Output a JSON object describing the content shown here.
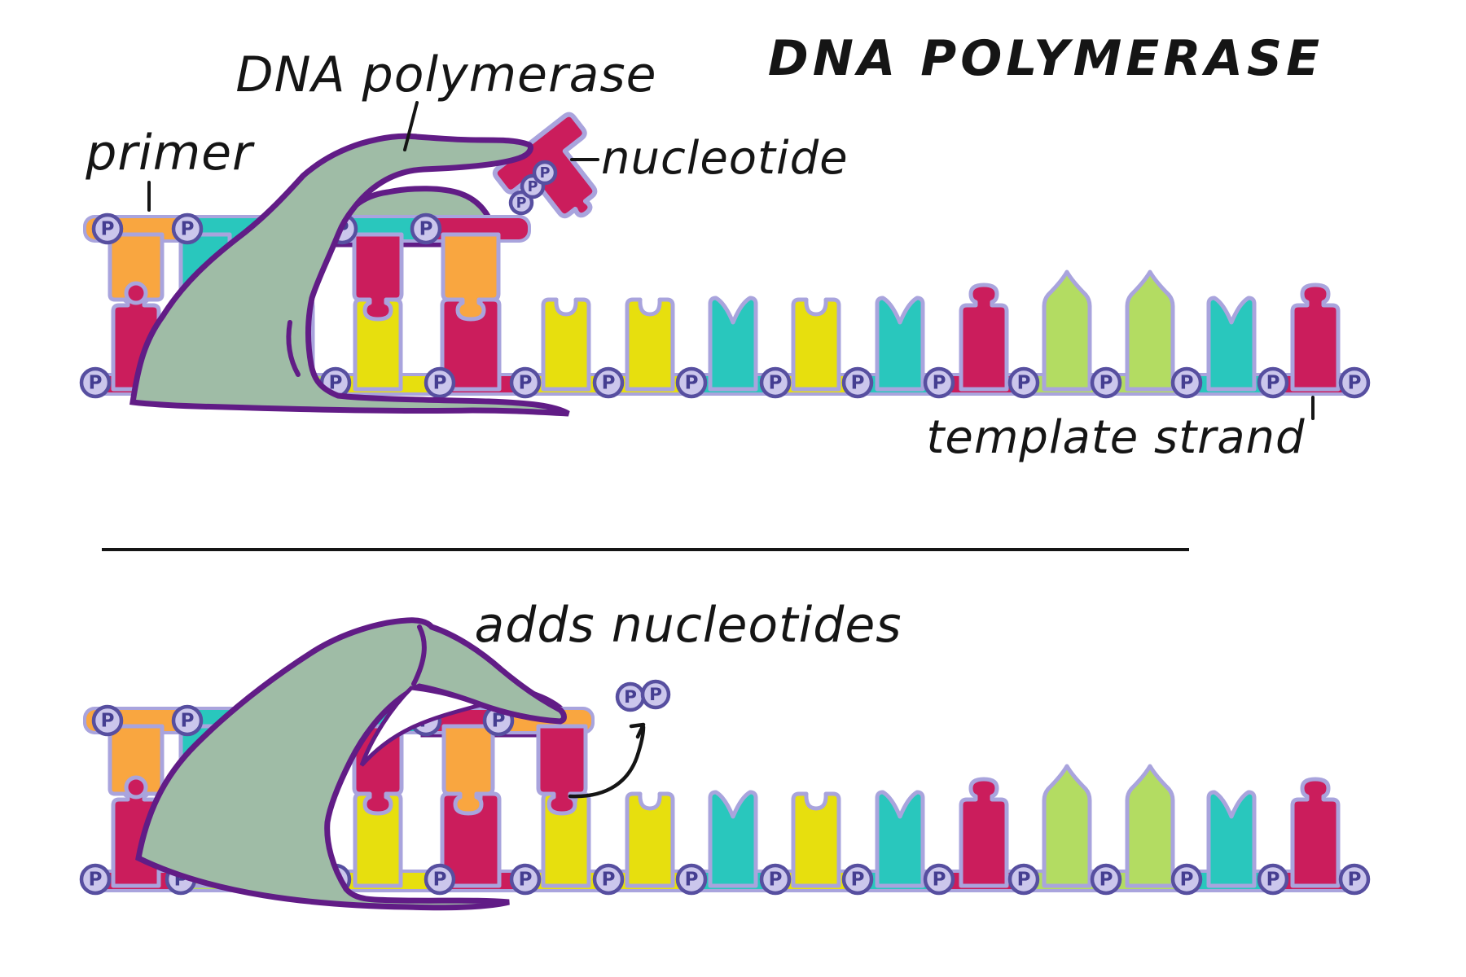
{
  "title": "DNA POLYMERASE",
  "phosphate_symbol": "P",
  "colors": {
    "background": "#FFFFFF",
    "ink": "#151515",
    "hand_fill": "#9FBCA6",
    "hand_outline": "#611C86",
    "strand_outline": "#A9A4DD",
    "phosphate_fill": "#CBC6EC",
    "phosphate_outline": "#574FA0",
    "phosphate_letter": "#453E91",
    "base_orange": "#F9A640",
    "base_teal": "#29C7BD",
    "base_crimson": "#CB1D5C",
    "base_yellow": "#E7DF0E",
    "base_green": "#B3DC62"
  },
  "top_panel": {
    "labels": {
      "polymerase": "DNA polymerase",
      "primer": "primer",
      "nucleotide": "nucleotide",
      "template": "template strand"
    },
    "primer_strand": [
      "orange",
      "teal",
      "teal",
      "crimson",
      "orange"
    ],
    "template_strand": [
      "crimson",
      "green",
      "green",
      "yellow",
      "crimson",
      "yellow",
      "yellow",
      "teal",
      "yellow",
      "teal",
      "crimson",
      "green",
      "green",
      "teal",
      "crimson"
    ],
    "incoming_nucleotide": {
      "base": "crimson",
      "phosphate_count": 3
    }
  },
  "bottom_panel": {
    "labels": {
      "action": "adds nucleotides"
    },
    "primer_strand": [
      "orange",
      "teal",
      "teal",
      "crimson",
      "orange",
      "crimson"
    ],
    "template_strand": [
      "crimson",
      "green",
      "green",
      "yellow",
      "crimson",
      "yellow",
      "yellow",
      "teal",
      "yellow",
      "teal",
      "crimson",
      "green",
      "green",
      "teal",
      "crimson"
    ],
    "released_phosphates": 2
  }
}
